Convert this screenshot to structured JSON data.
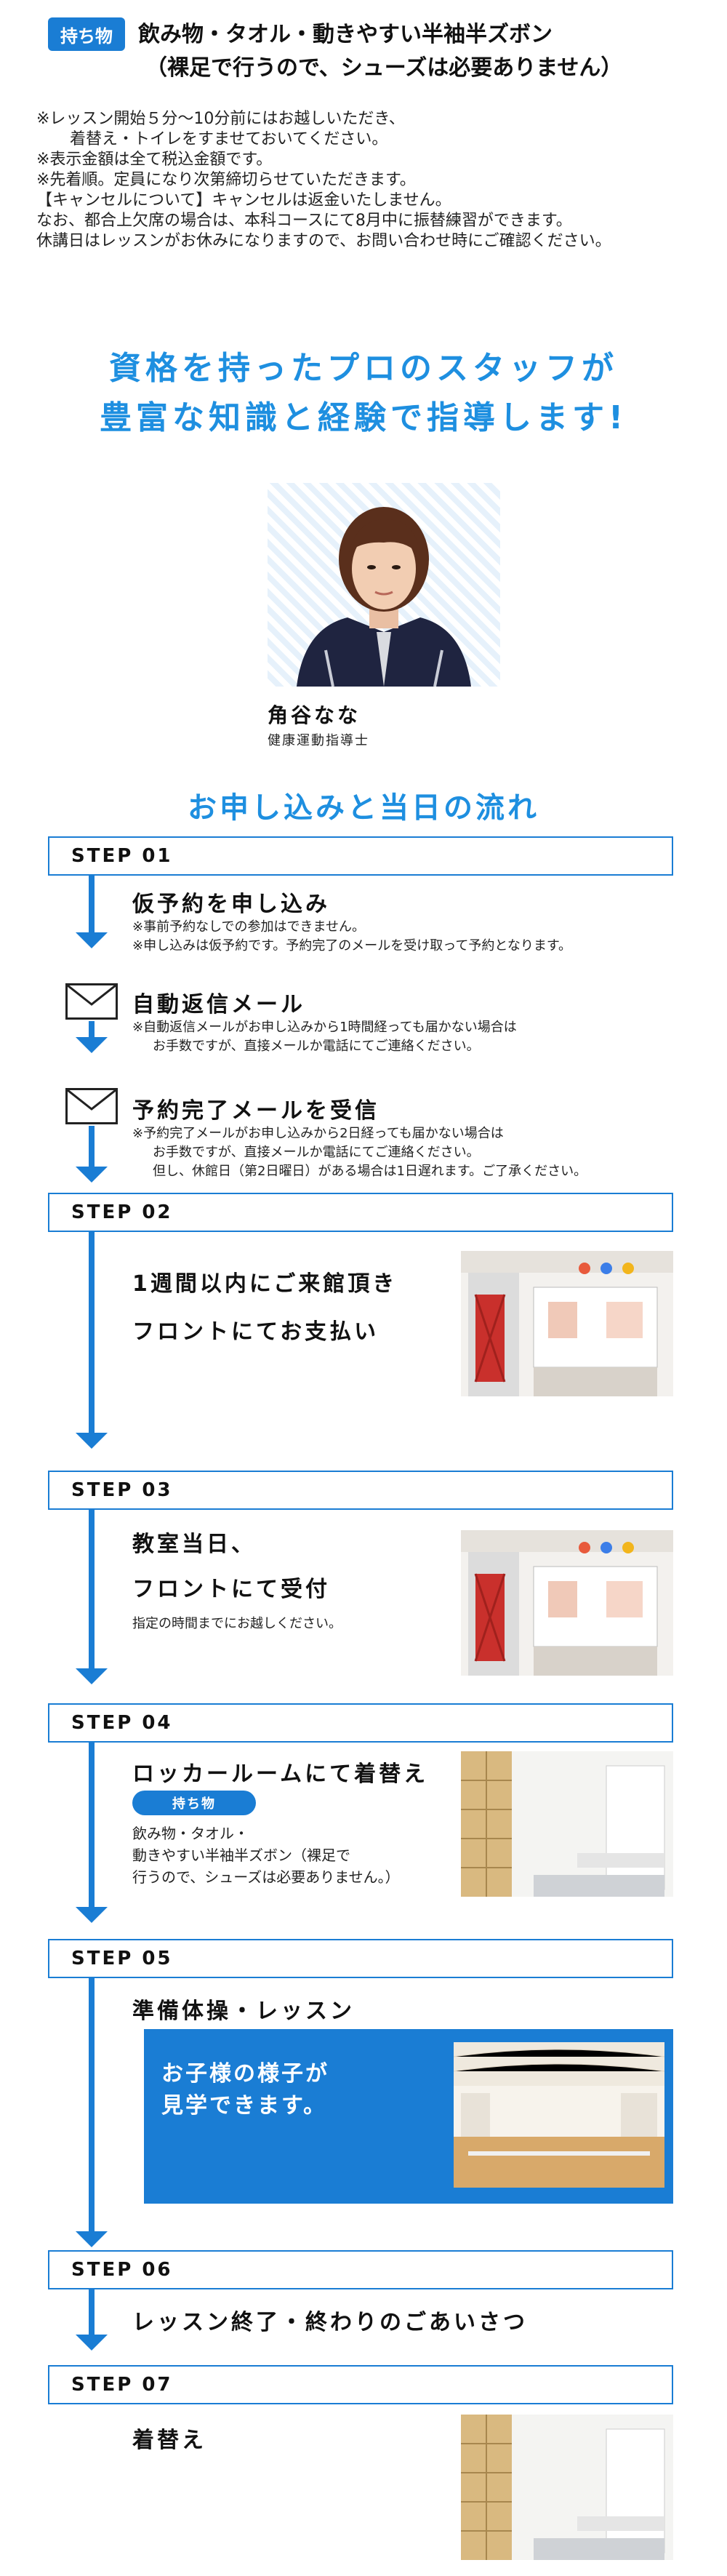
{
  "belongings": {
    "badge": "持ち物",
    "line1": "飲み物・タオル・動きやすい半袖半ズボン",
    "line2": "（裸足で行うので、シューズは必要ありません）"
  },
  "notes": [
    "※レッスン開始５分～10分前にはお越しいただき、",
    "着替え・トイレをすませておいてください。",
    "※表示金額は全て税込金額です。",
    "※先着順。定員になり次第締切らせていただきます。",
    "【キャンセルについて】キャンセルは返金いたしません。",
    "なお、都合上欠席の場合は、本科コースにて8月中に振替練習ができます。",
    "休講日はレッスンがお休みになりますので、お問い合わせ時にご確認ください。"
  ],
  "headline": {
    "line1": "資格を持ったプロのスタッフが",
    "line2": "豊富な知識と経験で指導します!"
  },
  "staff": {
    "name": "角谷なな",
    "title": "健康運動指導士"
  },
  "flow_title": "お申し込みと当日の流れ",
  "steps": {
    "s1": {
      "label": "STEP 01",
      "heading": "仮予約を申し込み",
      "notes": [
        "※事前予約なしでの参加はできません。",
        "※申し込みは仮予約です。予約完了のメールを受け取って予約となります。"
      ],
      "auto_mail": {
        "heading": "自動返信メール",
        "notes": [
          "※自動返信メールがお申し込みから1時間経っても届かない場合は",
          "お手数ですが、直接メールか電話にてご連絡ください。"
        ]
      },
      "confirm_mail": {
        "heading": "予約完了メールを受信",
        "notes": [
          "※予約完了メールがお申し込みから2日経っても届かない場合は",
          "お手数ですが、直接メールか電話にてご連絡ください。",
          "但し、休館日（第2日曜日）がある場合は1日遅れます。ご了承ください。"
        ]
      }
    },
    "s2": {
      "label": "STEP 02",
      "line1": "1週間以内にご来館頂き",
      "line2": "フロントにてお支払い"
    },
    "s3": {
      "label": "STEP 03",
      "line1": "教室当日、",
      "line2": "フロントにて受付",
      "note": "指定の時間までにお越しください。"
    },
    "s4": {
      "label": "STEP 04",
      "heading": "ロッカールームにて着替え",
      "badge": "持ち物",
      "items": [
        "飲み物・タオル・",
        "動きやすい半袖半ズボン（裸足で",
        "行うので、シューズは必要ありません。）"
      ]
    },
    "s5": {
      "label": "STEP 05",
      "heading": "準備体操・レッスン",
      "panel": [
        "お子様の様子が",
        "見学できます。"
      ]
    },
    "s6": {
      "label": "STEP 06",
      "heading": "レッスン終了・終わりのごあいさつ"
    },
    "s7": {
      "label": "STEP 07",
      "heading": "着替え"
    }
  },
  "colors": {
    "accent": "#1a7dd4",
    "headline": "#1e8fe0"
  }
}
